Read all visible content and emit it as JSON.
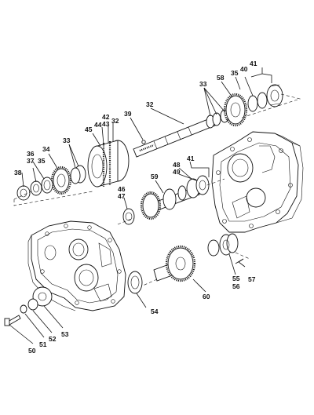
{
  "callouts": {
    "c32a": "32",
    "c32b": "32",
    "c33a": "33",
    "c33b": "33",
    "c34": "34",
    "c35a": "35",
    "c35b": "35",
    "c36": "36",
    "c37": "37",
    "c38": "38",
    "c39": "39",
    "c40": "40",
    "c41a": "41",
    "c41b": "41",
    "c42": "42",
    "c43": "43",
    "c44": "44",
    "c45": "45",
    "c46": "46",
    "c47": "47",
    "c48": "48",
    "c49": "49",
    "c50": "50",
    "c51": "51",
    "c52": "52",
    "c53": "53",
    "c54": "54",
    "c55": "55",
    "c56": "56",
    "c57": "57",
    "c58": "58",
    "c59": "59",
    "c60": "60"
  }
}
